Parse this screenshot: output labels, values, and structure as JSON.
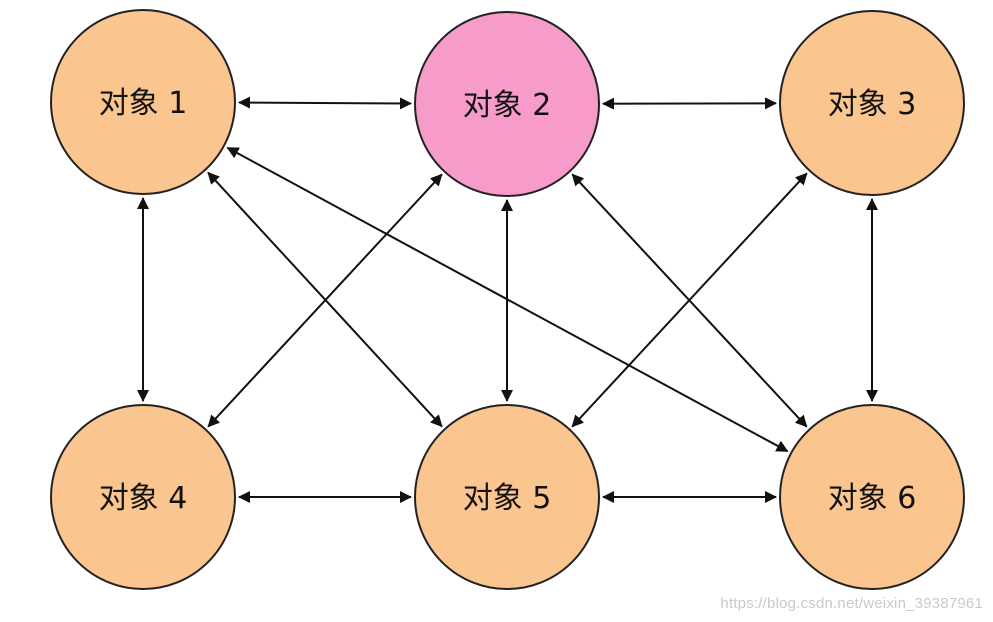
{
  "diagram": {
    "nodes": [
      {
        "id": "n1",
        "label": "对象 1",
        "color": "#FBC58F",
        "highlight": false
      },
      {
        "id": "n2",
        "label": "对象 2",
        "color": "#F79BCB",
        "highlight": true
      },
      {
        "id": "n3",
        "label": "对象 3",
        "color": "#FBC58F",
        "highlight": false
      },
      {
        "id": "n4",
        "label": "对象 4",
        "color": "#FBC58F",
        "highlight": false
      },
      {
        "id": "n5",
        "label": "对象 5",
        "color": "#FBC58F",
        "highlight": false
      },
      {
        "id": "n6",
        "label": "对象 6",
        "color": "#FBC58F",
        "highlight": false
      }
    ],
    "edges": [
      {
        "from": "n1",
        "to": "n2",
        "arrows": "both"
      },
      {
        "from": "n2",
        "to": "n3",
        "arrows": "both"
      },
      {
        "from": "n4",
        "to": "n5",
        "arrows": "both"
      },
      {
        "from": "n5",
        "to": "n6",
        "arrows": "both"
      },
      {
        "from": "n1",
        "to": "n4",
        "arrows": "both"
      },
      {
        "from": "n2",
        "to": "n5",
        "arrows": "both"
      },
      {
        "from": "n3",
        "to": "n6",
        "arrows": "both"
      },
      {
        "from": "n1",
        "to": "n5",
        "arrows": "both"
      },
      {
        "from": "n1",
        "to": "n6",
        "arrows": "both"
      },
      {
        "from": "n2",
        "to": "n4",
        "arrows": "both"
      },
      {
        "from": "n2",
        "to": "n6",
        "arrows": "both"
      },
      {
        "from": "n3",
        "to": "n5",
        "arrows": "both"
      }
    ],
    "colors": {
      "node_default": "#FBC58F",
      "node_highlight": "#F79BCB",
      "stroke": "#222222",
      "edge": "#111111"
    }
  },
  "watermark": "https://blog.csdn.net/weixin_39387961"
}
